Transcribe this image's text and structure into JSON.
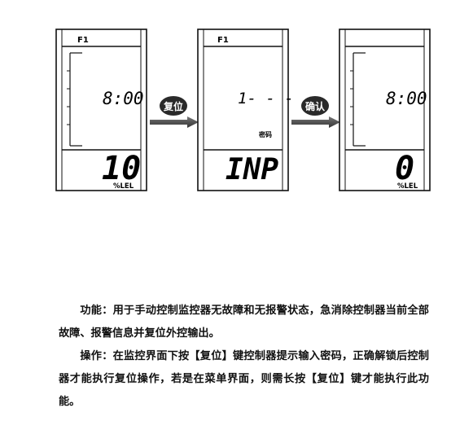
{
  "screens": [
    {
      "f_label": "F1",
      "time": "8:00",
      "big": "10",
      "unit": "%LEL"
    },
    {
      "f_label": "F1",
      "entry": "1- - -",
      "small_label": "密码",
      "big": "INP"
    },
    {
      "time": "8:00",
      "big": "0",
      "unit": "%LEL"
    }
  ],
  "buttons": {
    "reset": "复位",
    "confirm": "确认"
  },
  "description": {
    "p1": "功能：用于手动控制监控器无故障和无报警状态，急消除控制器当前全部故障、报警信息并复位外控输出。",
    "p2": "操作：在监控界面下按【复位】键控制器提示输入密码，正确解锁后控制器才能执行复位操作，若是在菜单界面，则需长按【复位】键才能执行此功能。"
  },
  "colors": {
    "button_fill": "#2a2a2a",
    "arrow_fill": "#555555"
  }
}
